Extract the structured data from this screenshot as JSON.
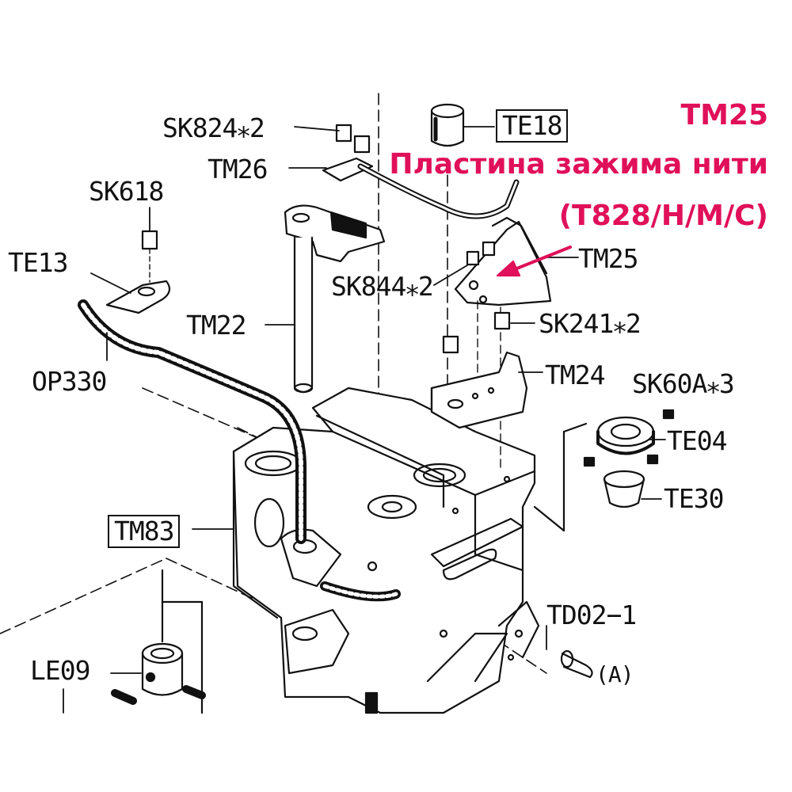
{
  "labels": {
    "sk824": "SK824⁎2",
    "tm26": "TM26",
    "sk618": "SK618",
    "te13": "TE13",
    "op330": "OP330",
    "tm22": "TM22",
    "te18": "TE18",
    "sk844": "SK844⁎2",
    "tm25": "TM25",
    "sk241": "SK241⁎2",
    "tm24": "TM24",
    "sk60a": "SK60A⁎3",
    "te04": "TE04",
    "te30": "TE30",
    "tm83": "TM83",
    "td02": "TD02−1",
    "a_mark": "(A)",
    "le09": "LE09"
  },
  "annotation": {
    "code": "TM25",
    "name": "Пластина зажима нити",
    "models": "(T828/H/M/C)",
    "color": "#e0105a"
  }
}
